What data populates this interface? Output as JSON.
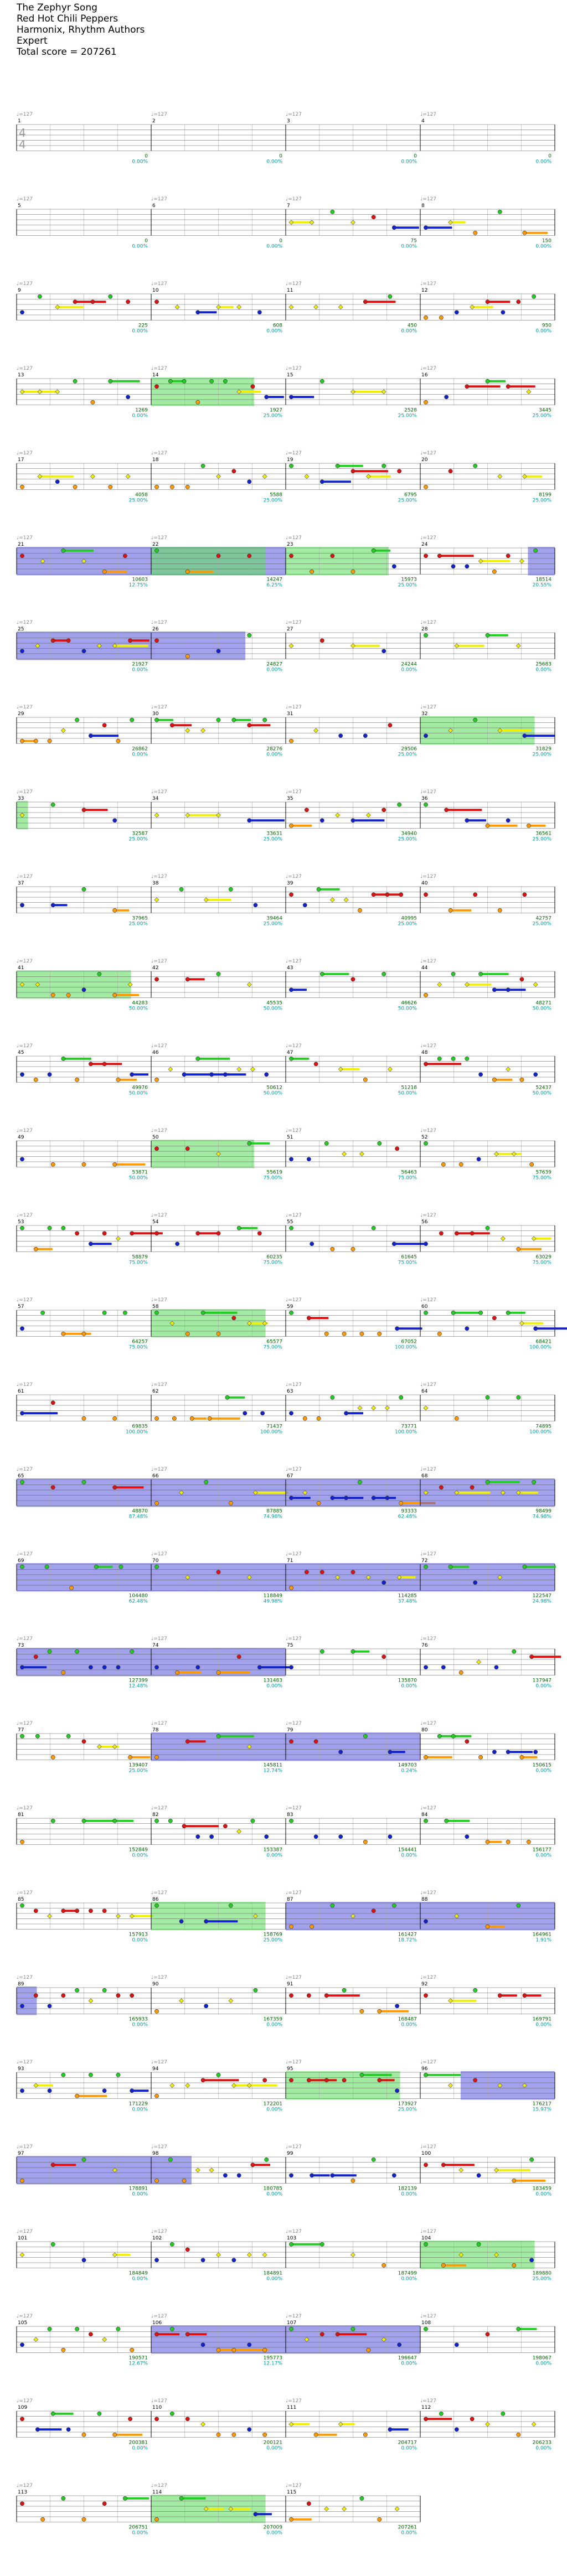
{
  "song": {
    "title": "The Zephyr Song",
    "artist": "Red Hot Chili Peppers",
    "charter": "Harmonix, Rhythm Authors",
    "difficulty": "Expert",
    "total_score": "Total score = 207261"
  },
  "time_signature": {
    "top": "4",
    "bottom": "4"
  },
  "tempo_label": "♩=127",
  "colors": {
    "green": "#22cc22",
    "red": "#dd1111",
    "yellow": "#f0f000",
    "blue": "#1122cc",
    "orange": "#ff9900",
    "star_power": "#66dd66",
    "overdrive": "#5555dd",
    "overdrive_line": "#e0208a",
    "percent_text": "#00a0a0",
    "score_text": "#006600",
    "grid": "#aaaaaa",
    "string": "#555555"
  },
  "measures": [
    {
      "n": "1",
      "score": "0",
      "pct": "0.00%"
    },
    {
      "n": "2",
      "score": "0",
      "pct": "0.00%"
    },
    {
      "n": "3",
      "score": "0",
      "pct": "0.00%"
    },
    {
      "n": "4",
      "score": "0",
      "pct": "0.00%"
    },
    {
      "n": "5",
      "score": "0",
      "pct": "0.00%"
    },
    {
      "n": "6",
      "score": "0",
      "pct": "0.00%"
    },
    {
      "n": "7",
      "score": "75",
      "pct": "0.00%"
    },
    {
      "n": "8",
      "score": "150",
      "pct": "0.00%"
    },
    {
      "n": "9",
      "score": "225",
      "pct": "0.00%"
    },
    {
      "n": "10",
      "score": "608",
      "pct": "0.00%"
    },
    {
      "n": "11",
      "score": "450",
      "pct": "0.00%"
    },
    {
      "n": "12",
      "score": "950",
      "pct": "0.00%"
    },
    {
      "n": "13",
      "score": "1269",
      "pct": "0.00%"
    },
    {
      "n": "14",
      "score": "1927",
      "pct": "25.00%"
    },
    {
      "n": "15",
      "score": "2528",
      "pct": "25.00%"
    },
    {
      "n": "16",
      "score": "3445",
      "pct": "25.00%"
    },
    {
      "n": "17",
      "score": "4058",
      "pct": "25.00%"
    },
    {
      "n": "18",
      "score": "5588",
      "pct": "25.00%"
    },
    {
      "n": "19",
      "score": "6795",
      "pct": "25.00%"
    },
    {
      "n": "20",
      "score": "8199",
      "pct": "25.00%"
    },
    {
      "n": "21",
      "score": "10603",
      "pct": "12.75%"
    },
    {
      "n": "22",
      "score": "14247",
      "pct": "6.25%"
    },
    {
      "n": "23",
      "score": "15973",
      "pct": "25.00%"
    },
    {
      "n": "24",
      "score": "18514",
      "pct": "20.55%"
    },
    {
      "n": "25",
      "score": "21927",
      "pct": "0.00%"
    },
    {
      "n": "26",
      "score": "24827",
      "pct": "0.00%"
    },
    {
      "n": "27",
      "score": "24244",
      "pct": "0.00%"
    },
    {
      "n": "28",
      "score": "25683",
      "pct": "0.00%"
    },
    {
      "n": "29",
      "score": "26862",
      "pct": "0.00%"
    },
    {
      "n": "30",
      "score": "28276",
      "pct": "0.00%"
    },
    {
      "n": "31",
      "score": "29506",
      "pct": "25.00%"
    },
    {
      "n": "32",
      "score": "31829",
      "pct": "25.00%"
    },
    {
      "n": "33",
      "score": "32587",
      "pct": "25.00%"
    },
    {
      "n": "34",
      "score": "33631",
      "pct": "25.00%"
    },
    {
      "n": "35",
      "score": "34940",
      "pct": "25.00%"
    },
    {
      "n": "36",
      "score": "36561",
      "pct": "25.00%"
    },
    {
      "n": "37",
      "score": "37965",
      "pct": "25.00%"
    },
    {
      "n": "38",
      "score": "39464",
      "pct": "25.00%"
    },
    {
      "n": "39",
      "score": "40995",
      "pct": "25.00%"
    },
    {
      "n": "40",
      "score": "42757",
      "pct": "25.00%"
    },
    {
      "n": "41",
      "score": "44283",
      "pct": "50.00%"
    },
    {
      "n": "42",
      "score": "45535",
      "pct": "50.00%"
    },
    {
      "n": "43",
      "score": "46626",
      "pct": "50.00%"
    },
    {
      "n": "44",
      "score": "48271",
      "pct": "50.00%"
    },
    {
      "n": "45",
      "score": "49976",
      "pct": "50.00%"
    },
    {
      "n": "46",
      "score": "50612",
      "pct": "50.00%"
    },
    {
      "n": "47",
      "score": "51218",
      "pct": "50.00%"
    },
    {
      "n": "48",
      "score": "52437",
      "pct": "50.00%"
    },
    {
      "n": "49",
      "score": "53871",
      "pct": "50.00%"
    },
    {
      "n": "50",
      "score": "55619",
      "pct": "75.00%"
    },
    {
      "n": "51",
      "score": "56463",
      "pct": "75.00%"
    },
    {
      "n": "52",
      "score": "57639",
      "pct": "75.00%"
    },
    {
      "n": "53",
      "score": "58879",
      "pct": "75.00%"
    },
    {
      "n": "54",
      "score": "60235",
      "pct": "75.00%"
    },
    {
      "n": "55",
      "score": "61645",
      "pct": "75.00%"
    },
    {
      "n": "56",
      "score": "63029",
      "pct": "75.00%"
    },
    {
      "n": "57",
      "score": "64257",
      "pct": "75.00%"
    },
    {
      "n": "58",
      "score": "65577",
      "pct": "75.00%"
    },
    {
      "n": "59",
      "score": "67052",
      "pct": "100.00%"
    },
    {
      "n": "60",
      "score": "68421",
      "pct": "100.00%"
    },
    {
      "n": "61",
      "score": "69835",
      "pct": "100.00%"
    },
    {
      "n": "62",
      "score": "71437",
      "pct": "100.00%"
    },
    {
      "n": "63",
      "score": "73771",
      "pct": "100.00%"
    },
    {
      "n": "64",
      "score": "74895",
      "pct": "100.00%"
    },
    {
      "n": "65",
      "score": "48870",
      "pct": "87.48%"
    },
    {
      "n": "66",
      "score": "87885",
      "pct": "74.98%"
    },
    {
      "n": "67",
      "score": "93333",
      "pct": "62.48%"
    },
    {
      "n": "68",
      "score": "98499",
      "pct": "74.98%"
    },
    {
      "n": "69",
      "score": "104480",
      "pct": "62.48%"
    },
    {
      "n": "70",
      "score": "118849",
      "pct": "49.98%"
    },
    {
      "n": "71",
      "score": "114285",
      "pct": "37.48%"
    },
    {
      "n": "72",
      "score": "122547",
      "pct": "24.98%"
    },
    {
      "n": "73",
      "score": "127399",
      "pct": "12.48%"
    },
    {
      "n": "74",
      "score": "131483",
      "pct": "0.00%"
    },
    {
      "n": "75",
      "score": "135870",
      "pct": "0.00%"
    },
    {
      "n": "76",
      "score": "137947",
      "pct": "0.00%"
    },
    {
      "n": "77",
      "score": "139407",
      "pct": "25.00%"
    },
    {
      "n": "78",
      "score": "145811",
      "pct": "12.74%"
    },
    {
      "n": "79",
      "score": "149703",
      "pct": "0.24%"
    },
    {
      "n": "80",
      "score": "150615",
      "pct": "0.00%"
    },
    {
      "n": "81",
      "score": "152849",
      "pct": "0.00%"
    },
    {
      "n": "82",
      "score": "153387",
      "pct": "0.00%"
    },
    {
      "n": "83",
      "score": "154441",
      "pct": "0.00%"
    },
    {
      "n": "84",
      "score": "156177",
      "pct": "0.00%"
    },
    {
      "n": "85",
      "score": "157913",
      "pct": "0.00%"
    },
    {
      "n": "86",
      "score": "158769",
      "pct": "25.00%"
    },
    {
      "n": "87",
      "score": "161427",
      "pct": "18.72%"
    },
    {
      "n": "88",
      "score": "164961",
      "pct": "1.91%"
    },
    {
      "n": "89",
      "score": "165933",
      "pct": "0.00%"
    },
    {
      "n": "90",
      "score": "167359",
      "pct": "0.00%"
    },
    {
      "n": "91",
      "score": "168487",
      "pct": "0.00%"
    },
    {
      "n": "92",
      "score": "169791",
      "pct": "0.00%"
    },
    {
      "n": "93",
      "score": "171229",
      "pct": "0.00%"
    },
    {
      "n": "94",
      "score": "172201",
      "pct": "0.00%"
    },
    {
      "n": "95",
      "score": "173927",
      "pct": "25.00%"
    },
    {
      "n": "96",
      "score": "176217",
      "pct": "15.97%"
    },
    {
      "n": "97",
      "score": "178891",
      "pct": "0.00%"
    },
    {
      "n": "98",
      "score": "180785",
      "pct": "0.00%"
    },
    {
      "n": "99",
      "score": "182139",
      "pct": "0.00%"
    },
    {
      "n": "100",
      "score": "183459",
      "pct": "0.00%"
    },
    {
      "n": "101",
      "score": "184849",
      "pct": "0.00%"
    },
    {
      "n": "102",
      "score": "184891",
      "pct": "0.00%"
    },
    {
      "n": "103",
      "score": "187499",
      "pct": "0.00%"
    },
    {
      "n": "104",
      "score": "189880",
      "pct": "25.00%"
    },
    {
      "n": "105",
      "score": "190571",
      "pct": "12.67%"
    },
    {
      "n": "106",
      "score": "195773",
      "pct": "12.17%"
    },
    {
      "n": "107",
      "score": "196647",
      "pct": "0.00%"
    },
    {
      "n": "108",
      "score": "198067",
      "pct": "0.00%"
    },
    {
      "n": "109",
      "score": "200381",
      "pct": "0.00%"
    },
    {
      "n": "110",
      "score": "200121",
      "pct": "0.00%"
    },
    {
      "n": "111",
      "score": "204717",
      "pct": "0.00%"
    },
    {
      "n": "112",
      "score": "206233",
      "pct": "0.00%"
    },
    {
      "n": "113",
      "score": "206751",
      "pct": "0.00%"
    },
    {
      "n": "114",
      "score": "207009",
      "pct": "0.00%"
    },
    {
      "n": "115",
      "score": "207261",
      "pct": "0.00%"
    }
  ]
}
